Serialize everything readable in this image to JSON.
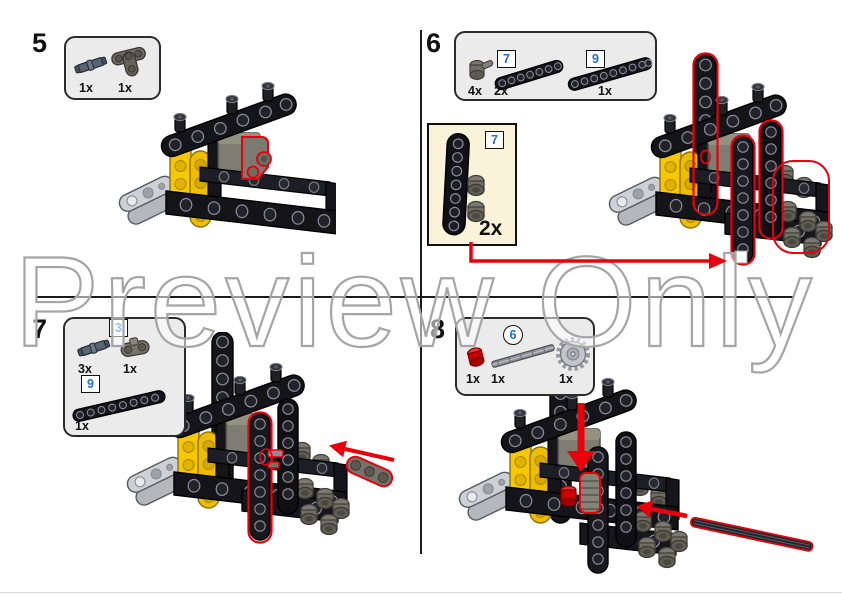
{
  "watermark": {
    "text": "Preview Only"
  },
  "colors": {
    "arrow_red": "#e8000d",
    "label_blue": "#1b6fd6",
    "parts_box_bg": "#ebebeb",
    "callout_bg": "#faf3da",
    "lego_yellow": "#f8c700",
    "lego_black": "#141419",
    "lego_gray": "#7f7d72"
  },
  "steps": {
    "step5": {
      "number": "5",
      "parts": [
        {
          "icon": "pin-connector-icon",
          "qty": "1x"
        },
        {
          "icon": "t-liftarm-icon",
          "qty": "1x"
        }
      ]
    },
    "step6": {
      "number": "6",
      "parts": [
        {
          "icon": "pin-icon",
          "qty": "4x"
        },
        {
          "icon": "beam-7-icon",
          "label": "7",
          "qty": "2x"
        },
        {
          "icon": "beam-9-icon",
          "label": "9",
          "qty": "1x"
        }
      ],
      "callout": {
        "label": "7",
        "qty": "2x"
      }
    },
    "step7": {
      "number": "7",
      "parts": [
        {
          "icon": "pin-connector-icon",
          "qty": "3x"
        },
        {
          "icon": "cross-block-icon",
          "label": "3",
          "qty": "1x"
        },
        {
          "icon": "beam-9-icon",
          "label": "9",
          "qty": "1x"
        }
      ]
    },
    "step8": {
      "number": "8",
      "parts": [
        {
          "icon": "red-bush-icon",
          "qty": "1x"
        },
        {
          "icon": "axle-6-icon",
          "label": "6",
          "qty": "1x"
        },
        {
          "icon": "gear-icon",
          "qty": "1x"
        }
      ]
    }
  }
}
